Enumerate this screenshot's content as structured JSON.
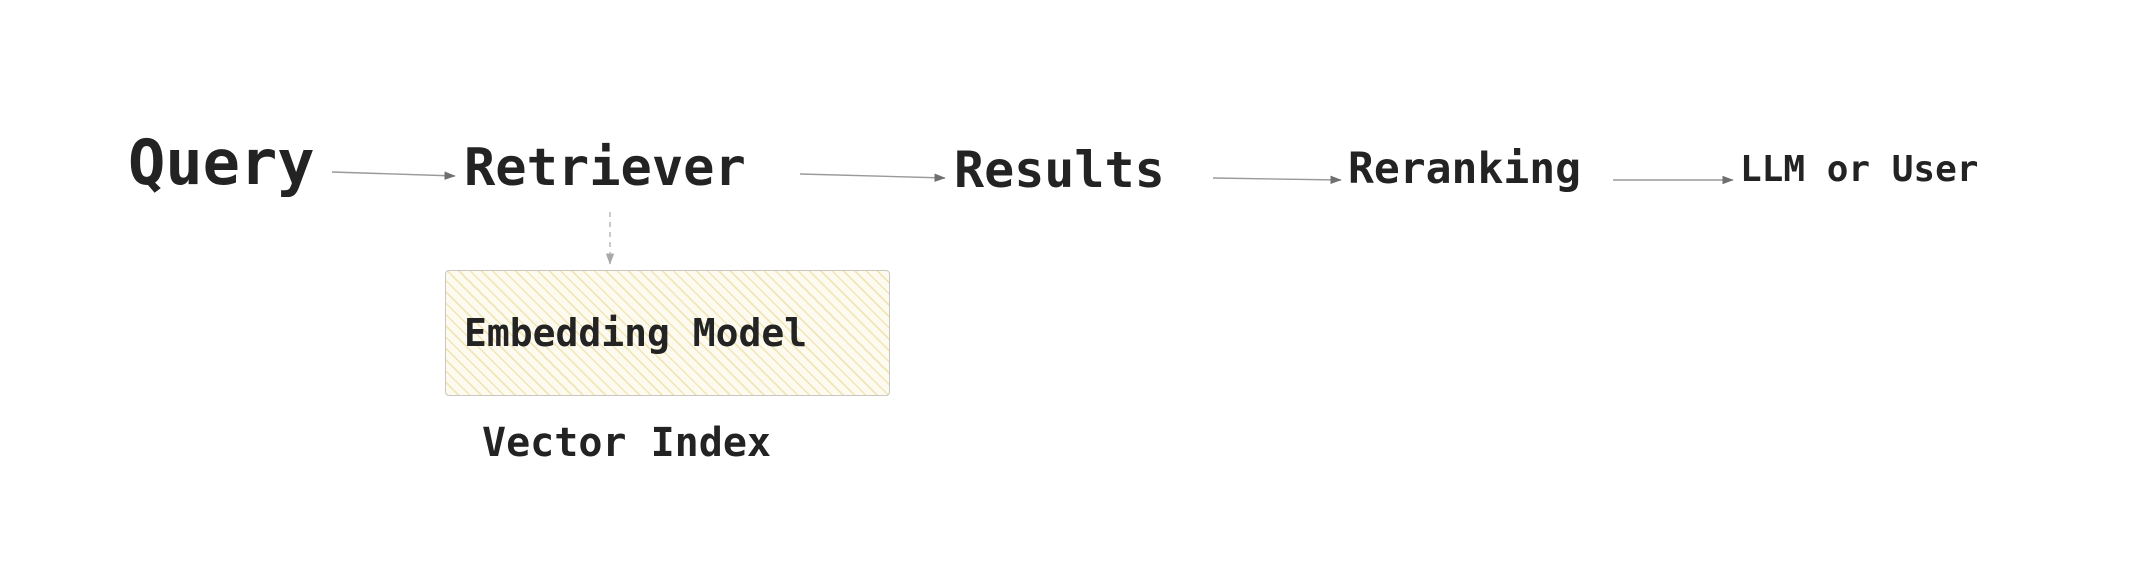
{
  "diagram": {
    "title": "RAG retrieval pipeline flow",
    "background_color": "#ffffff",
    "text_color": "#232323",
    "edge_color": "#8c8c8c",
    "nodes": [
      {
        "id": "query",
        "label": "Query",
        "icon": "text-node"
      },
      {
        "id": "retriever",
        "label": "Retriever",
        "icon": "text-node"
      },
      {
        "id": "results",
        "label": "Results",
        "icon": "text-node"
      },
      {
        "id": "reranking",
        "label": "Reranking",
        "icon": "text-node"
      },
      {
        "id": "llm_or_user",
        "label": "LLM or User",
        "icon": "text-node"
      }
    ],
    "edges": [
      {
        "from": "query",
        "to": "retriever",
        "style": "solid",
        "arrow": true
      },
      {
        "from": "retriever",
        "to": "results",
        "style": "solid",
        "arrow": true
      },
      {
        "from": "results",
        "to": "reranking",
        "style": "solid",
        "arrow": true
      },
      {
        "from": "reranking",
        "to": "llm_or_user",
        "style": "solid",
        "arrow": true
      },
      {
        "from": "retriever",
        "to": "embedding_model",
        "style": "dashed",
        "arrow": true
      }
    ],
    "embedding_box": {
      "label": "Embedding Model",
      "fill_color": "#fdfbef",
      "hatch_color": "#e2c66a",
      "border_color": "#c9c7c0",
      "pattern": "diagonal-hatch-45"
    },
    "caption": {
      "label": "Vector Index"
    }
  }
}
